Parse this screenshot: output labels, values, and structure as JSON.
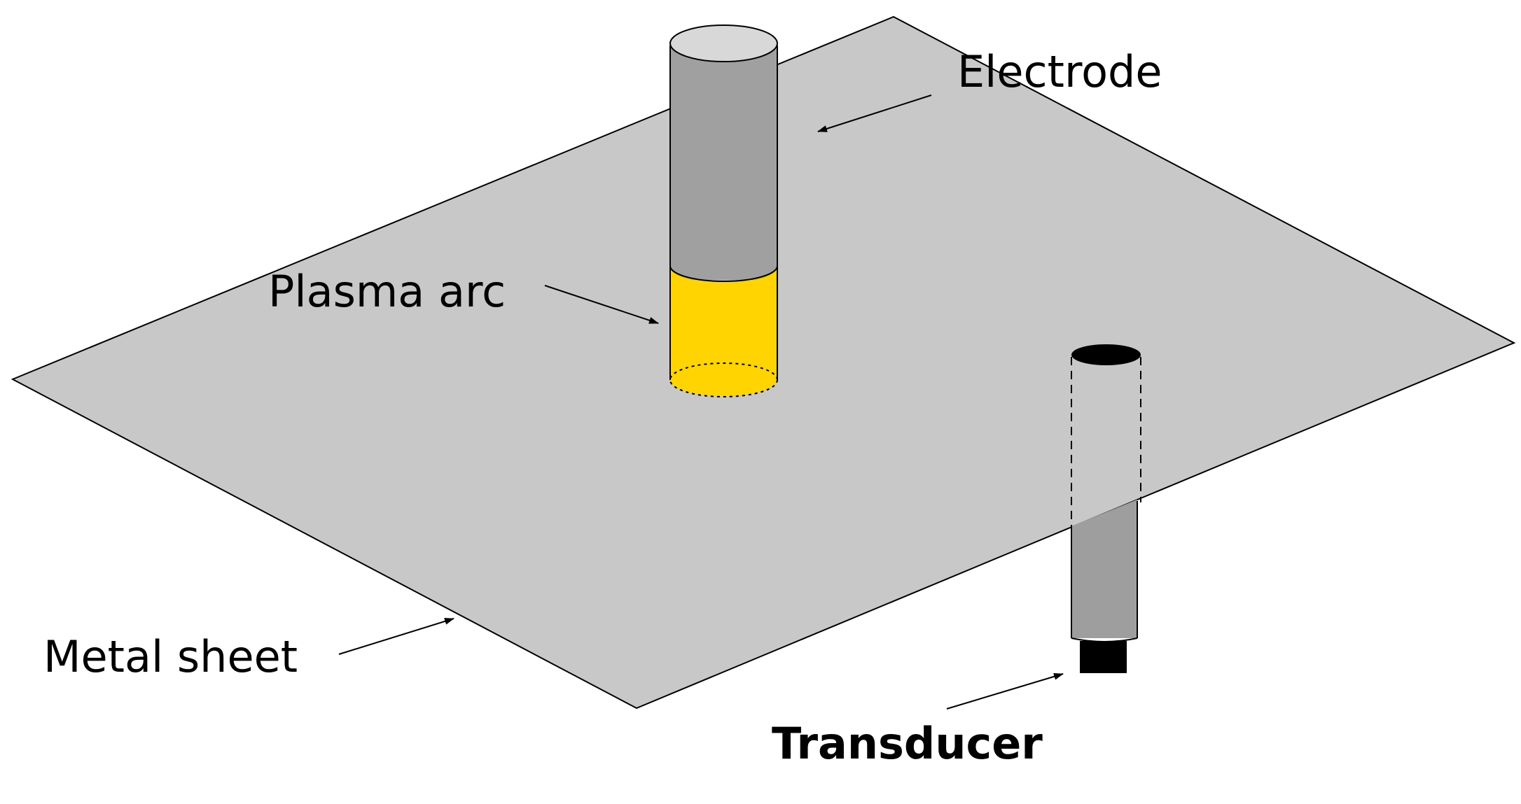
{
  "labels": {
    "electrode": "Electrode",
    "plasma_arc": "Plasma arc",
    "metal_sheet": "Metal sheet",
    "transducer": "Transducer"
  },
  "colors": {
    "sheet_fill": "#c8c8c8",
    "electrode_body": "#a0a0a0",
    "electrode_top": "#d8d8d8",
    "plasma_arc": "#ffd400",
    "transducer_body": "#9e9e9e",
    "transducer_tip": "#000000",
    "outline": "#000000"
  }
}
